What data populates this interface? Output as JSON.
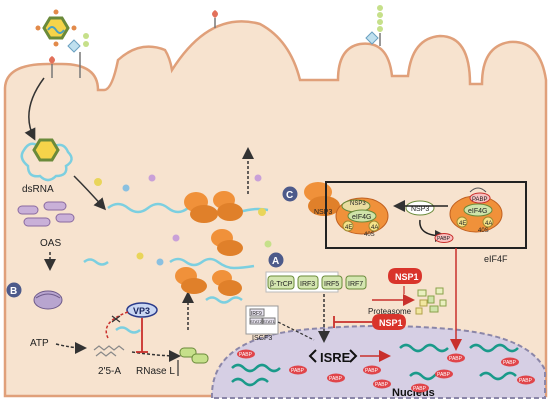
{
  "labels": {
    "dsrna": "dsRNA",
    "oas": "OAS",
    "atp": "ATP",
    "two_five_a": "2'5-A",
    "rnase_l": "RNase L",
    "vp3": "VP3",
    "nsp3_a": "NSP3",
    "nsp3_b": "NSP3",
    "nsp3_c": "NSP3",
    "eif4g": "eIF4G",
    "e4e": "4E",
    "e4a": "4A",
    "s40": "40S",
    "pabp_box": "PABP",
    "eif4g_b": "eIF4G",
    "e4e_b": "4E",
    "e4a_b": "4A",
    "s40_b": "40S",
    "eif4f": "eIF4F",
    "pabp_free": "PABP",
    "btrcp": "β-TrCP",
    "irf3": "IRF3",
    "irf5": "IRF5",
    "irf7": "IRF7",
    "nsp1_top": "NSP1",
    "nsp1_bottom": "NSP1",
    "proteasome": "Proteasome",
    "irf9": "IRF9",
    "stat2": "STAT2",
    "stat1": "STAT1",
    "isgf3": "ISGF3",
    "isre": "ISRE",
    "nucleus": "Nucleus",
    "pabp": "PABP"
  },
  "panels": {
    "a": "A",
    "b": "B",
    "c": "C"
  },
  "colors": {
    "cell_fill": "#f7e3cf",
    "cell_edge": "#e0a07a",
    "nucleus_fill": "#d6cfe4",
    "ribosome": "#f0913a",
    "rna": "#7ccfe0",
    "nsp1": "#d9342b",
    "panel_badge": "#4d5a8a",
    "irf_green": "#cfe3a9",
    "pabp_red": "#e0454a"
  }
}
